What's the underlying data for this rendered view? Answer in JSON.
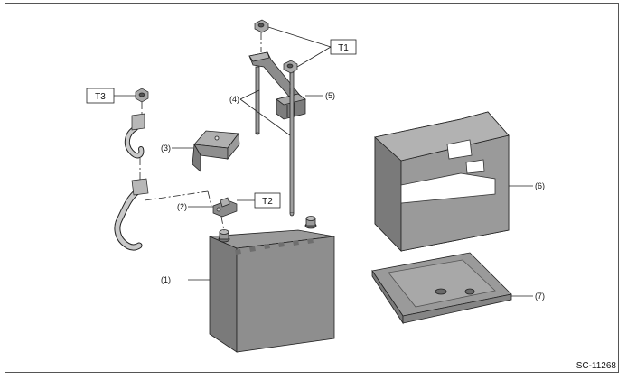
{
  "diagram": {
    "reference_code": "SC-11268",
    "torque_labels": {
      "t1": "T1",
      "t2": "T2",
      "t3": "T3"
    },
    "callouts": {
      "c1": "(1)",
      "c2": "(2)",
      "c3": "(3)",
      "c4": "(4)",
      "c5": "(5)",
      "c6": "(6)",
      "c7": "(7)"
    },
    "colors": {
      "part_fill": "#8c8c8c",
      "part_dark": "#6f6f6f",
      "part_light": "#b5b5b5",
      "line": "#222222"
    }
  }
}
